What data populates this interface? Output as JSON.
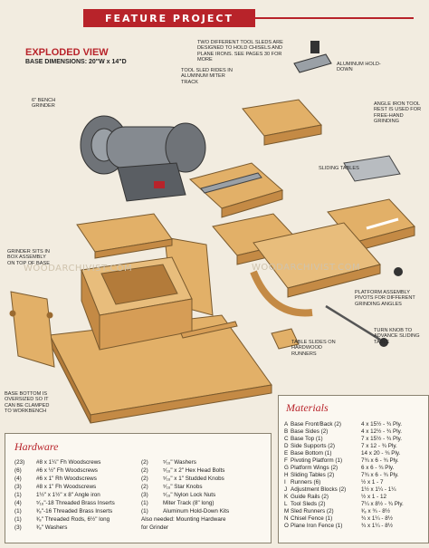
{
  "header": {
    "banner": "FEATURE PROJECT"
  },
  "exploded_view": {
    "title": "EXPLODED VIEW",
    "subtitle": "BASE DIMENSIONS: 20\"W x 14\"D"
  },
  "callouts": {
    "tool_sleds": "TWO DIFFERENT TOOL SLEDS ARE DESIGNED TO HOLD CHISELS AND PLANE IRONS. SEE PAGES 30 FOR MORE",
    "aluminum_hold_down": "ALUMINUM HOLD-DOWN",
    "miter_track": "TOOL SLED RIDES IN ALUMINUM MITER TRACK",
    "bench_grinder": "6\" BENCH GRINDER",
    "angle_iron": "ANGLE IRON TOOL REST IS USED FOR FREE-HAND GRINDING",
    "sliding_tables": "SLIDING TABLES",
    "grinder_box": "GRINDER SITS IN BOX ASSEMBLY ON TOP OF BASE",
    "platform_assembly": "PLATFORM ASSEMBLY PIVOTS FOR DIFFERENT GRINDING ANGLES",
    "turn_knob": "TURN KNOB TO ADVANCE SLIDING TABLE",
    "runners": "TABLE SLIDES ON HARDWOOD RUNNERS",
    "base_bottom": "BASE BOTTOM IS OVERSIZED SO IT CAN BE CLAMPED TO WORKBENCH"
  },
  "watermark": "WOODARCHIVIST.COM",
  "colors": {
    "accent": "#b8232a",
    "wood": "#e2b068",
    "wood_dark": "#c48a45",
    "metal": "#6f7378"
  },
  "hardware": {
    "title": "Hardware",
    "items": [
      {
        "qty": "(23)",
        "desc": "#8 x 1¼\" Fh Woodscrews"
      },
      {
        "qty": "(6)",
        "desc": "#6 x ½\" Fh Woodscrews"
      },
      {
        "qty": "(4)",
        "desc": "#6 x 1\" Rh Woodscrews"
      },
      {
        "qty": "(3)",
        "desc": "#8 x 1\" Fh Woodscrews"
      },
      {
        "qty": "(1)",
        "desc": "1½\" x 1½\" x 8\" Angle iron"
      },
      {
        "qty": "(4)",
        "desc": "⁵⁄₁₆\"-18 Threaded Brass Inserts"
      },
      {
        "qty": "(1)",
        "desc": "³⁄₈\"-16 Threaded Brass Inserts"
      },
      {
        "qty": "(1)",
        "desc": "³⁄₈\" Threaded Rods, 6½\" long"
      },
      {
        "qty": "(3)",
        "desc": "³⁄₈\" Washers"
      }
    ],
    "items2": [
      {
        "qty": "(2)",
        "desc": "⁵⁄₁₆\" Washers"
      },
      {
        "qty": "(2)",
        "desc": "⁵⁄₁₆\" x 2\" Hex Head Bolts"
      },
      {
        "qty": "(2)",
        "desc": "⁵⁄₁₆\" x 1\" Studded Knobs"
      },
      {
        "qty": "(2)",
        "desc": "⁵⁄₁₆\" Star Knobs"
      },
      {
        "qty": "(3)",
        "desc": "⁵⁄₁₆\" Nylon Lock Nuts"
      },
      {
        "qty": "(1)",
        "desc": "Miter Track (8\" long)"
      },
      {
        "qty": "(1)",
        "desc": "Aluminum Hold-Down Kits"
      }
    ],
    "note1": "Also needed: Mounting Hardware",
    "note2": "for Grinder"
  },
  "materials": {
    "title": "Materials",
    "items": [
      {
        "id": "A",
        "name": "Base Front/Back (2)",
        "dim": "4 x 15½ - ¾ Ply."
      },
      {
        "id": "B",
        "name": "Base Sides (2)",
        "dim": "4 x 12½ - ¾ Ply."
      },
      {
        "id": "C",
        "name": "Base Top (1)",
        "dim": "7 x 15½ - ¾ Ply."
      },
      {
        "id": "D",
        "name": "Side Supports (2)",
        "dim": "7 x 12 - ¾ Ply."
      },
      {
        "id": "E",
        "name": "Base Bottom (1)",
        "dim": "14 x 20 - ¾ Ply."
      },
      {
        "id": "F",
        "name": "Pivoting Platform (1)",
        "dim": "7¾ x 6 - ¾ Ply."
      },
      {
        "id": "G",
        "name": "Platform Wings (2)",
        "dim": "6 x 6 - ¾ Ply."
      },
      {
        "id": "H",
        "name": "Sliding Tables (2)",
        "dim": "7¾ x 6 - ¾ Ply."
      },
      {
        "id": "I",
        "name": "Runners (6)",
        "dim": "½ x 1 - 7"
      },
      {
        "id": "J",
        "name": "Adjustment Blocks (2)",
        "dim": "1½ x 1¼ - 1¼"
      },
      {
        "id": "K",
        "name": "Guide Rails (2)",
        "dim": "½ x 1 - 12"
      },
      {
        "id": "L",
        "name": "Tool Sleds (2)",
        "dim": "7¼ x 8½ - ¾ Ply."
      },
      {
        "id": "M",
        "name": "Sled Runners (2)",
        "dim": "³⁄₈ x ¾ - 8½"
      },
      {
        "id": "N",
        "name": "Chisel Fence (1)",
        "dim": "¾ x 1¼ - 8½"
      },
      {
        "id": "O",
        "name": "Plane Iron Fence (1)",
        "dim": "¾ x 1¼ - 8½"
      }
    ]
  }
}
